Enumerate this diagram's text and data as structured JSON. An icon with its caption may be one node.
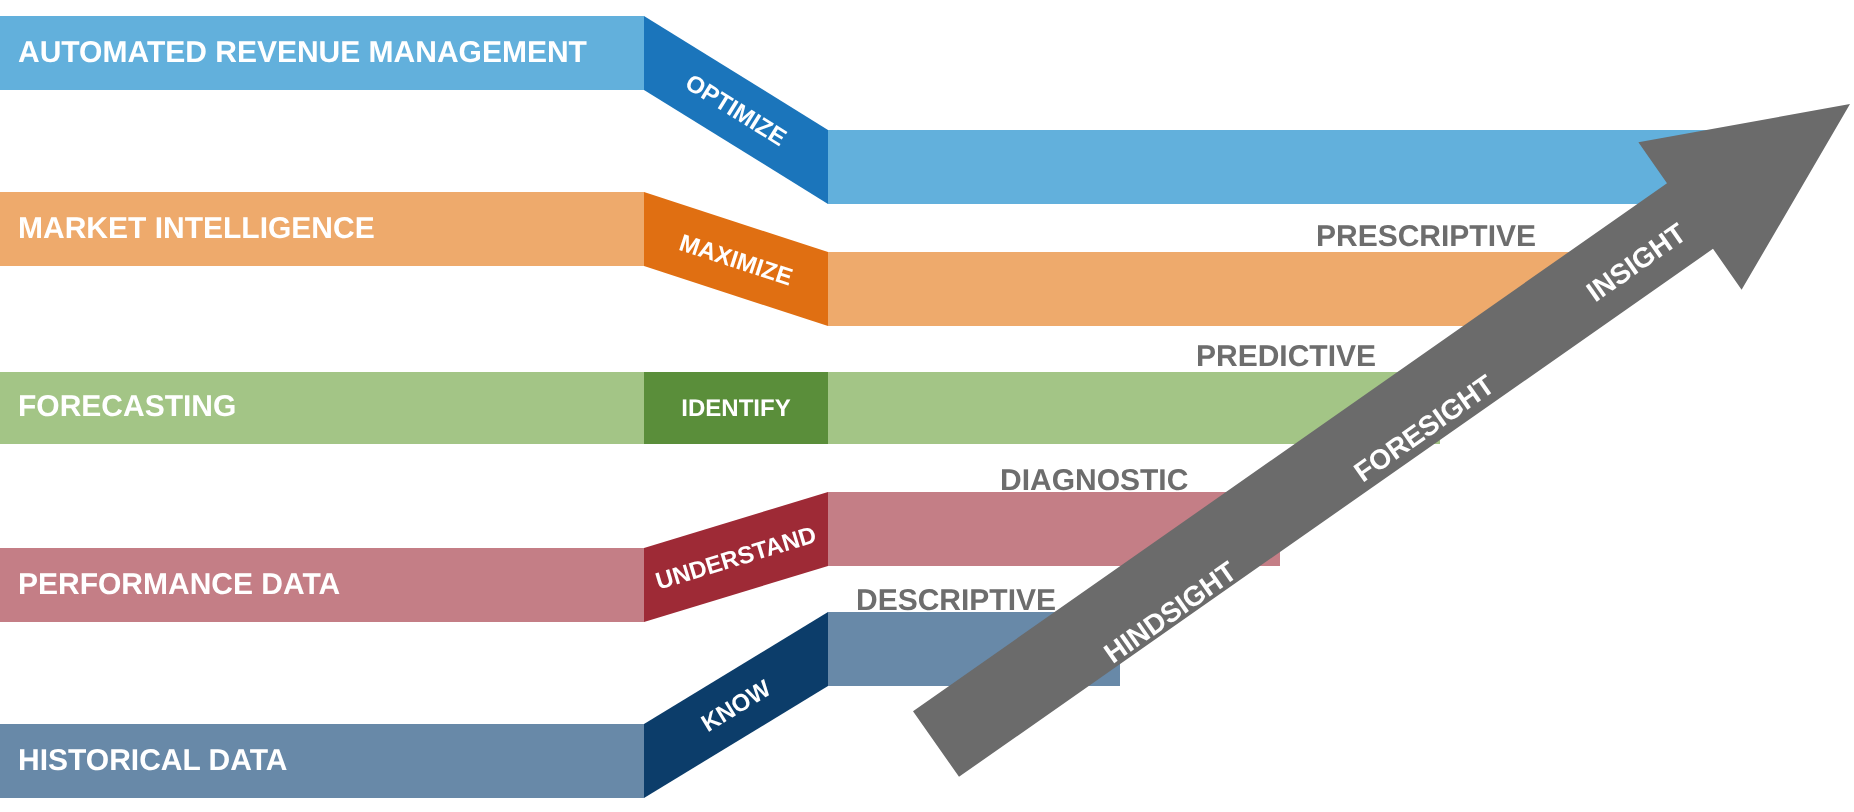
{
  "diagram": {
    "nodes": [
      {
        "text": [
          "AUTOMATED REVENUE MANAGEMENT",
          "OPTIMIZE"
        ]
      },
      {
        "text": [
          "MARKET INTELLIGENCE",
          "MAXIMIZE"
        ]
      },
      {
        "text": [
          "FORECASTING",
          "IDENTIFY"
        ]
      },
      {
        "text": [
          "PERFORMANCE DATA",
          "UNDERSTAND"
        ]
      },
      {
        "text": [
          "HISTORICAL DATA",
          "KNOW"
        ]
      },
      {
        "text": [
          "HINDSIGHT",
          "FORESIGHT",
          "INSIGHT"
        ]
      }
    ],
    "edges": [],
    "labels": [
      "PRESCRIPTIVE",
      "PREDICTIVE",
      "DIAGNOSTIC",
      "DESCRIPTIVE"
    ]
  }
}
